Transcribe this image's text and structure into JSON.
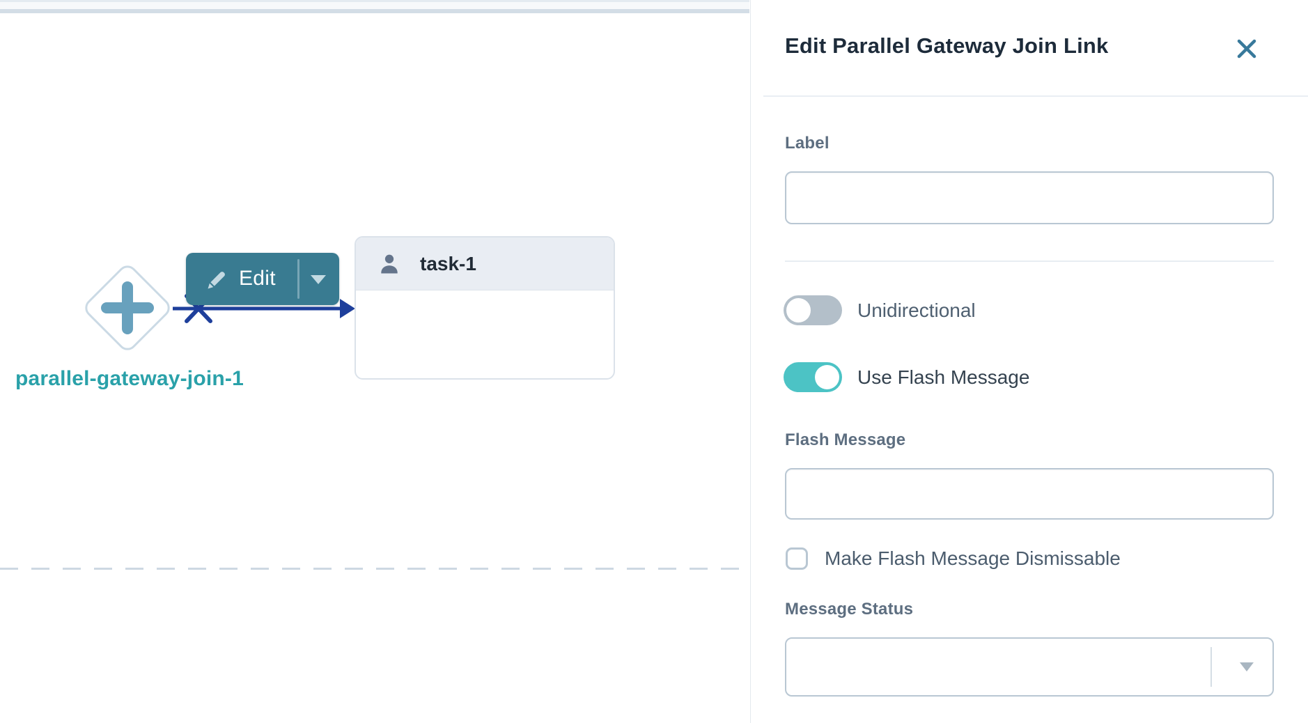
{
  "canvas": {
    "gateway": {
      "label": "parallel-gateway-join-1"
    },
    "connector": {
      "edit_button_label": "Edit"
    },
    "task_node": {
      "title": "task-1"
    }
  },
  "panel": {
    "title": "Edit Parallel Gateway Join Link",
    "label_field": {
      "label": "Label",
      "value": ""
    },
    "toggles": {
      "unidirectional": {
        "label": "Unidirectional",
        "state": "off"
      },
      "use_flash_message": {
        "label": "Use Flash Message",
        "state": "on"
      }
    },
    "flash_message_field": {
      "label": "Flash Message",
      "value": ""
    },
    "dismissable_checkbox": {
      "label": "Make Flash Message Dismissable",
      "checked": false
    },
    "message_status_field": {
      "label": "Message Status",
      "value": ""
    }
  },
  "colors": {
    "accent_teal": "#4cc3c5",
    "toggle_off_gray": "#b3bfc9",
    "edit_button_teal": "#397b91",
    "connector_blue": "#1e3f9b",
    "gateway_label_teal": "#2aa1a9",
    "close_icon_teal": "#38799b"
  }
}
